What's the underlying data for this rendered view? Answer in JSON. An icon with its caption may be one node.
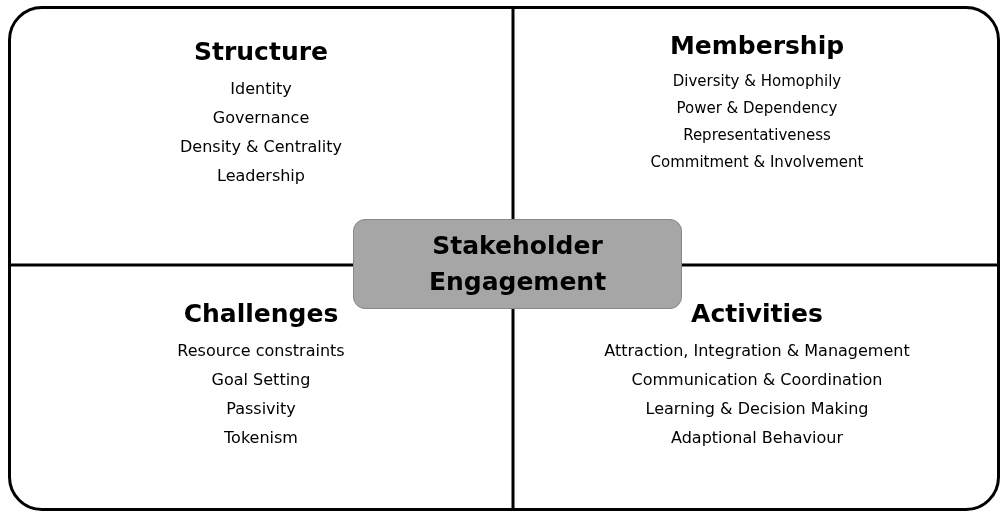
{
  "diagram": {
    "nodes": [
      {
        "text": [],
        "shape": "box"
      },
      {
        "text": [
          "Structure",
          "Identity",
          "Governance",
          "Density & Centrality",
          "Leadership"
        ],
        "in": 0
      },
      {
        "text": [
          "Membership",
          "Diversity & Homophily",
          "Power & Dependency",
          "Representativeness",
          "Commitment & Involvement"
        ],
        "in": 0
      },
      {
        "text": [
          "Stakeholder Engagement"
        ],
        "in": 0
      },
      {
        "text": [
          "Challenges",
          "Resource constraints",
          "Goal Setting",
          "Passivity",
          "Tokenism"
        ],
        "in": 0
      },
      {
        "text": [
          "Activities",
          "Attraction, Integration & Management",
          "Communication & Coordination",
          "Learning & Decision Making",
          "Adaptional Behaviour"
        ],
        "in": 0
      }
    ],
    "edges": []
  }
}
